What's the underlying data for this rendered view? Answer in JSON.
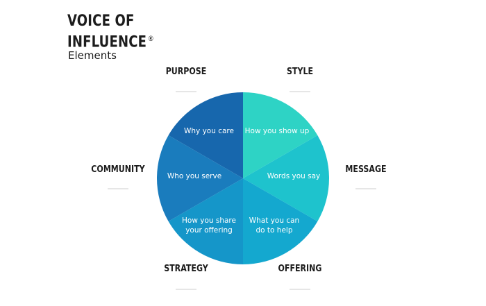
{
  "header": {
    "title_line1": "VOICE OF",
    "title_line2": "INFLUENCE",
    "registered_mark": "®",
    "subtitle": "Elements"
  },
  "outer_labels": {
    "purpose": "PURPOSE",
    "style": "STYLE",
    "community": "COMMUNITY",
    "message": "MESSAGE",
    "strategy": "STRATEGY",
    "offering": "OFFERING"
  },
  "segments": [
    {
      "id": "purpose",
      "lines": [
        "Why you care"
      ],
      "color": "#1767ad"
    },
    {
      "id": "style",
      "lines": [
        "How you show up"
      ],
      "color": "#2ed3c5"
    },
    {
      "id": "message",
      "lines": [
        "Words you say"
      ],
      "color": "#1ec3cd"
    },
    {
      "id": "offering",
      "lines": [
        "What you can",
        "do to help"
      ],
      "color": "#14a8cf"
    },
    {
      "id": "strategy",
      "lines": [
        "How you share",
        "your offering"
      ],
      "color": "#1596c9"
    },
    {
      "id": "community",
      "lines": [
        "Who you serve"
      ],
      "color": "#1a7cbd"
    }
  ]
}
